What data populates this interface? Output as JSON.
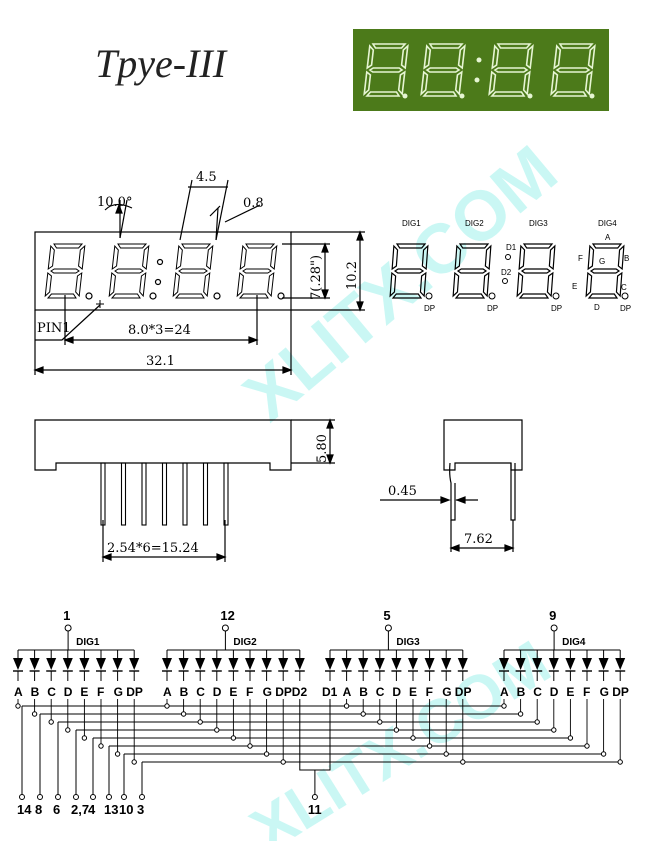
{
  "title": "Tpye-III",
  "watermark": "XLITX.COM",
  "colors": {
    "display_bg": "#4c7a1a",
    "display_seg": "#e6f5d3"
  },
  "dimensions": {
    "angle": "10.0°",
    "digit_width": "4.5",
    "seg_width": "0.8",
    "height_in": "7(.28\")",
    "height": "10.2",
    "pitch": "8.0*3=24",
    "length": "32.1",
    "pin_label": "PIN1",
    "depth": "5.80",
    "pin_pitch": "2.54*6=15.24",
    "pin_dia": "0.45",
    "row_spacing": "7.62"
  },
  "segment_map": {
    "digit_labels": [
      "DIG1",
      "DIG2",
      "DIG3",
      "DIG4"
    ],
    "colon_labels": [
      "D1",
      "D2"
    ],
    "dp": "DP",
    "segments": [
      "A",
      "B",
      "C",
      "D",
      "E",
      "F",
      "G"
    ]
  },
  "schematic": {
    "digits": [
      {
        "label": "DIG1",
        "pin": "1",
        "segs": [
          "A",
          "B",
          "C",
          "D",
          "E",
          "F",
          "G",
          "DP"
        ]
      },
      {
        "label": "DIG2",
        "pin": "12",
        "segs": [
          "A",
          "B",
          "C",
          "D",
          "E",
          "F",
          "G",
          "DP",
          "D2"
        ]
      },
      {
        "label": "DIG3",
        "pin": "5",
        "segs": [
          "D1",
          "A",
          "B",
          "C",
          "D",
          "E",
          "F",
          "G",
          "DP"
        ]
      },
      {
        "label": "DIG4",
        "pin": "9",
        "segs": [
          "A",
          "B",
          "C",
          "D",
          "E",
          "F",
          "G",
          "DP"
        ]
      }
    ],
    "bottom_pins": [
      "14",
      "8",
      "6",
      "2,7",
      "4",
      "13",
      "10",
      "3"
    ],
    "common_pin": "11"
  }
}
